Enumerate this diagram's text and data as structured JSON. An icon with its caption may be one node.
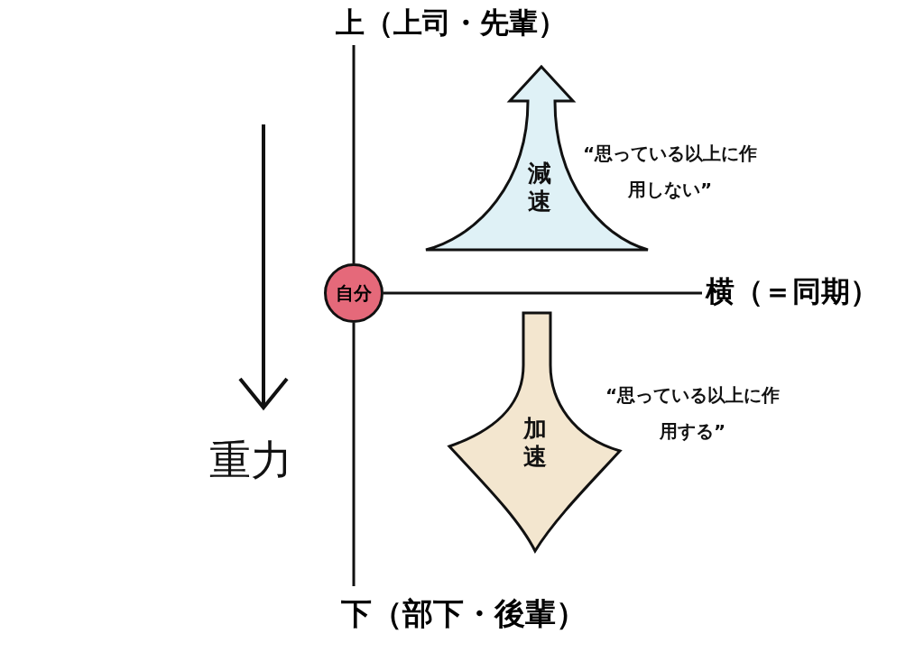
{
  "diagram": {
    "nodes": [
      {
        "text": [
          "上（上司・先輩）"
        ]
      },
      {
        "text": [
          "自分"
        ]
      },
      {
        "text": [
          "横（＝同期）"
        ]
      },
      {
        "text": [
          "下（部下・後輩）"
        ]
      },
      {
        "text": [
          "減速"
        ],
        "beside": [
          "“思っている以上に作用しない”"
        ]
      },
      {
        "text": [
          "加速"
        ],
        "beside": [
          "“思っている以上に作用する”"
        ]
      }
    ],
    "edges": [
      {
        "from": 1,
        "to": 0,
        "arrow": "none"
      },
      {
        "from": 1,
        "to": 2,
        "arrow": "none"
      },
      {
        "from": 1,
        "to": 3,
        "arrow": "none"
      }
    ],
    "labels": [
      "重力"
    ]
  }
}
